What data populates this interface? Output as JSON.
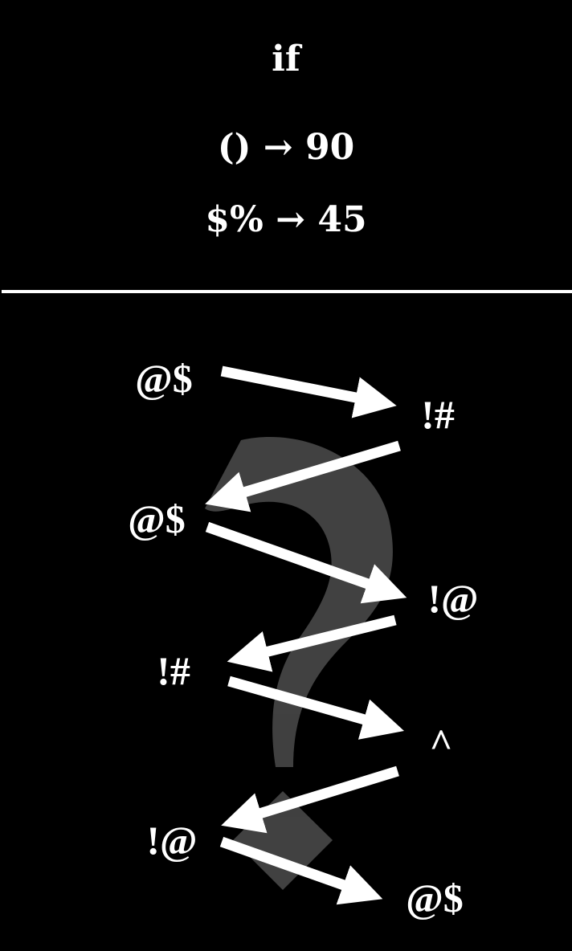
{
  "header": {
    "condition": "if",
    "rules": [
      "() → 90",
      "$% → 45"
    ]
  },
  "sequence": [
    "@$",
    "!#",
    "@$",
    "!@",
    "!#",
    "^",
    "!@",
    "@$"
  ],
  "colors": {
    "background": "#000000",
    "foreground": "#ffffff",
    "question_mark_watermark": "#444444"
  },
  "watermark_icon": "question-mark-icon",
  "arrow_icon": "right-arrow-icon"
}
